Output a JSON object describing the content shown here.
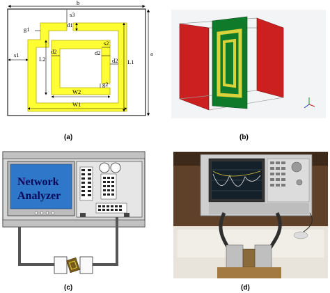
{
  "panel_a": {
    "caption": "(a)",
    "labels": {
      "b": "b",
      "s3": "s3",
      "d1": "d1",
      "g1": "g1",
      "s1": "s1",
      "s2": "s2",
      "L2": "L2",
      "d2_left": "d2",
      "d2_right": "d2",
      "d2_side": "d2",
      "L1": "L1",
      "a": "a",
      "g2": "g2",
      "W2": "W2",
      "W1": "W1"
    },
    "colors": {
      "substrate": "#ffffff",
      "resonator": "#ffff33",
      "resonator_edge": "#b8a800",
      "dim": "#000000"
    }
  },
  "panel_b": {
    "caption": "(b)",
    "colors": {
      "port": "#cc1f1f",
      "substrate": "#0e7a2a",
      "metal": "#d9d23a",
      "box": "#8a8a8a"
    }
  },
  "panel_c": {
    "caption": "(c)",
    "screen_line1": "Network",
    "screen_line2": "Analyzer",
    "colors": {
      "chassis": "#d6d6d6",
      "screen": "#2f78c9",
      "cable": "#555555"
    }
  },
  "panel_d": {
    "caption": "(d)",
    "colors": {
      "wall": "#6b4a2e",
      "instrument": "#cfcfcf",
      "display": "#14202a",
      "foam": "#e8e4dc"
    }
  }
}
